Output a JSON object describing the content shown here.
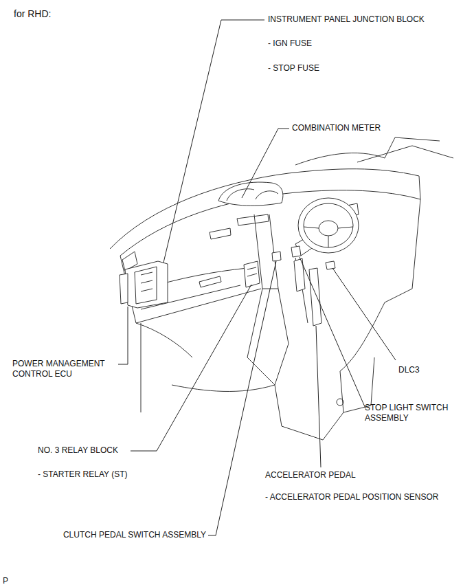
{
  "diagram": {
    "title": "for RHD:",
    "labels": [
      "INSTRUMENT PANEL JUNCTION BLOCK",
      "- IGN FUSE",
      "- STOP FUSE",
      "COMBINATION METER",
      "POWER MANAGEMENT CONTROL ECU",
      "DLC3",
      "STOP LIGHT SWITCH ASSEMBLY",
      "NO. 3 RELAY BLOCK",
      "- STARTER RELAY (ST)",
      "ACCELERATOR PEDAL",
      "- ACCELERATOR PEDAL POSITION SENSOR",
      "CLUTCH PEDAL SWITCH ASSEMBLY",
      "P"
    ]
  }
}
